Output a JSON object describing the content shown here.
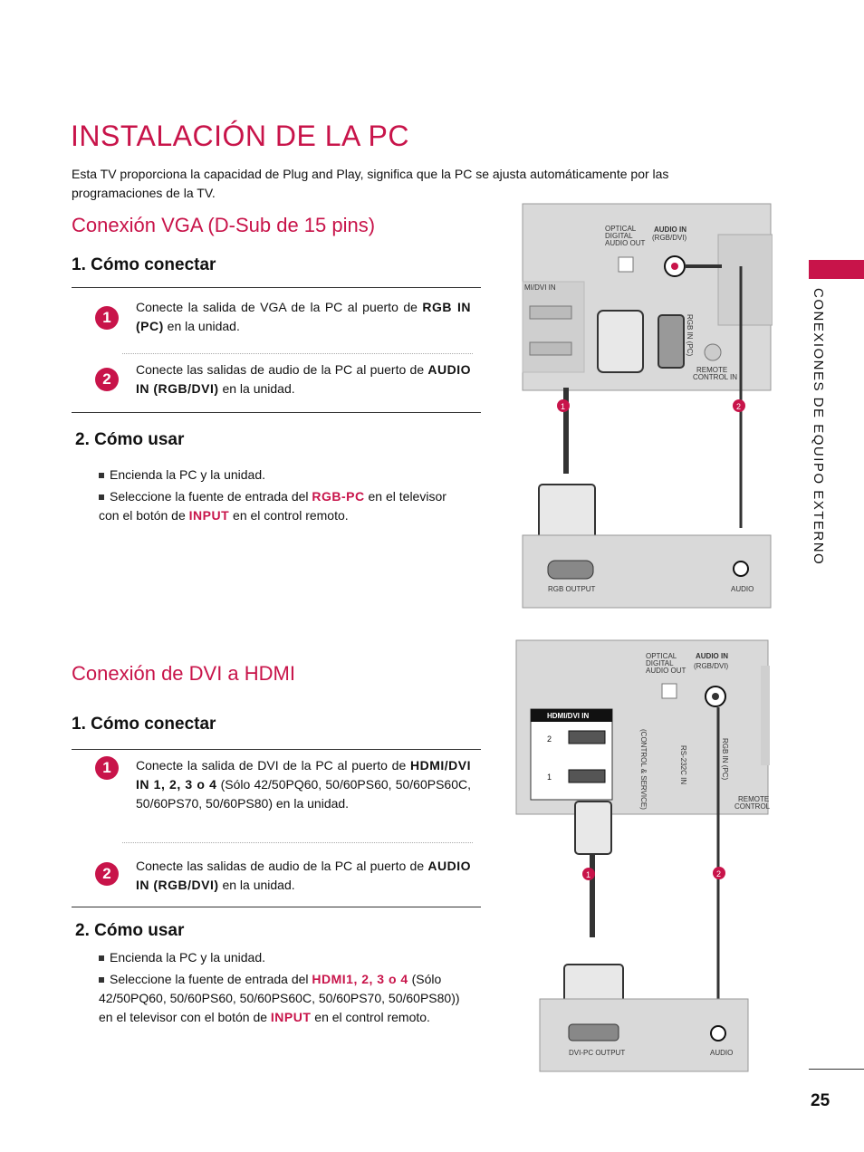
{
  "page": {
    "title": "INSTALACIÓN DE LA PC",
    "intro": "Esta TV proporciona la capacidad de Plug and Play, significa que la PC se ajusta automáticamente por las programaciones de la TV.",
    "side_label": "CONEXIONES DE EQUIPO EXTERNO",
    "page_number": "25"
  },
  "vga": {
    "heading": "Conexión VGA (D-Sub de 15 pins)",
    "how_connect": "1. Cómo conectar",
    "step1_num": "1",
    "step1_pre": "Conecte la salida de VGA de la PC al puerto de",
    "step1_kw": "RGB IN (PC)",
    "step1_post": "en la unidad.",
    "step2_num": "2",
    "step2_pre": "Conecte las salidas de audio de la PC al puerto de",
    "step2_kw": "AUDIO IN (RGB/DVI)",
    "step2_post": "en la unidad.",
    "how_use": "2. Cómo usar",
    "bullet1": "Encienda la PC y la unidad.",
    "bullet2_pre": "Seleccione la fuente de entrada del",
    "bullet2_kw": "RGB-PC",
    "bullet2_mid": "en el televisor con el botón de",
    "bullet2_kw2": "INPUT",
    "bullet2_post": "en el control remoto.",
    "diagram": {
      "optical": [
        "OPTICAL",
        "DIGITAL",
        "AUDIO OUT"
      ],
      "audio_in": [
        "AUDIO IN",
        "(RGB/DVI)"
      ],
      "hdmi_label": "MI/DVI IN",
      "rgb_in": "RGB IN (PC)",
      "remote": [
        "REMOTE",
        "CONTROL IN"
      ],
      "rgb_output": "RGB OUTPUT",
      "audio": "AUDIO",
      "marker1": "1",
      "marker2": "2"
    }
  },
  "dvi": {
    "heading": "Conexión de DVI a HDMI",
    "how_connect": "1. Cómo conectar",
    "step1_num": "1",
    "step1_pre": "Conecte la salida de DVI de la PC al puerto de",
    "step1_kw": "HDMI/DVI IN 1, 2, 3 o 4",
    "step1_post": "(Sólo 42/50PQ60, 50/60PS60, 50/60PS60C, 50/60PS70, 50/60PS80) en la unidad.",
    "step2_num": "2",
    "step2_pre": "Conecte las salidas de audio de la PC al puerto de",
    "step2_kw": "AUDIO IN (RGB/DVI)",
    "step2_post": "en la unidad.",
    "how_use": "2. Cómo usar",
    "bullet1": "Encienda la PC y la unidad.",
    "bullet2_pre": "Seleccione la fuente de entrada del",
    "bullet2_kw": "HDMI1, 2, 3 o 4",
    "bullet2_mid": "(Sólo 42/50PQ60, 50/60PS60, 50/60PS60C, 50/60PS70, 50/60PS80)) en el televisor con el botón de",
    "bullet2_kw2": "INPUT",
    "bullet2_post": "en el control remoto.",
    "diagram": {
      "optical": [
        "OPTICAL",
        "DIGITAL",
        "AUDIO OUT"
      ],
      "audio_in": [
        "AUDIO IN",
        "(RGB/DVI)"
      ],
      "hdmi_label": "HDMI/DVI IN",
      "port2": "2",
      "port1": "1",
      "control": "(CONTROL & SERVICE)",
      "rs232": "RS-232C IN",
      "rgb_in": "RGB IN (PC)",
      "remote": [
        "REMOTE",
        "CONTROL"
      ],
      "dvi_output": "DVI-PC OUTPUT",
      "audio": "AUDIO",
      "marker1": "1",
      "marker2": "2"
    }
  }
}
